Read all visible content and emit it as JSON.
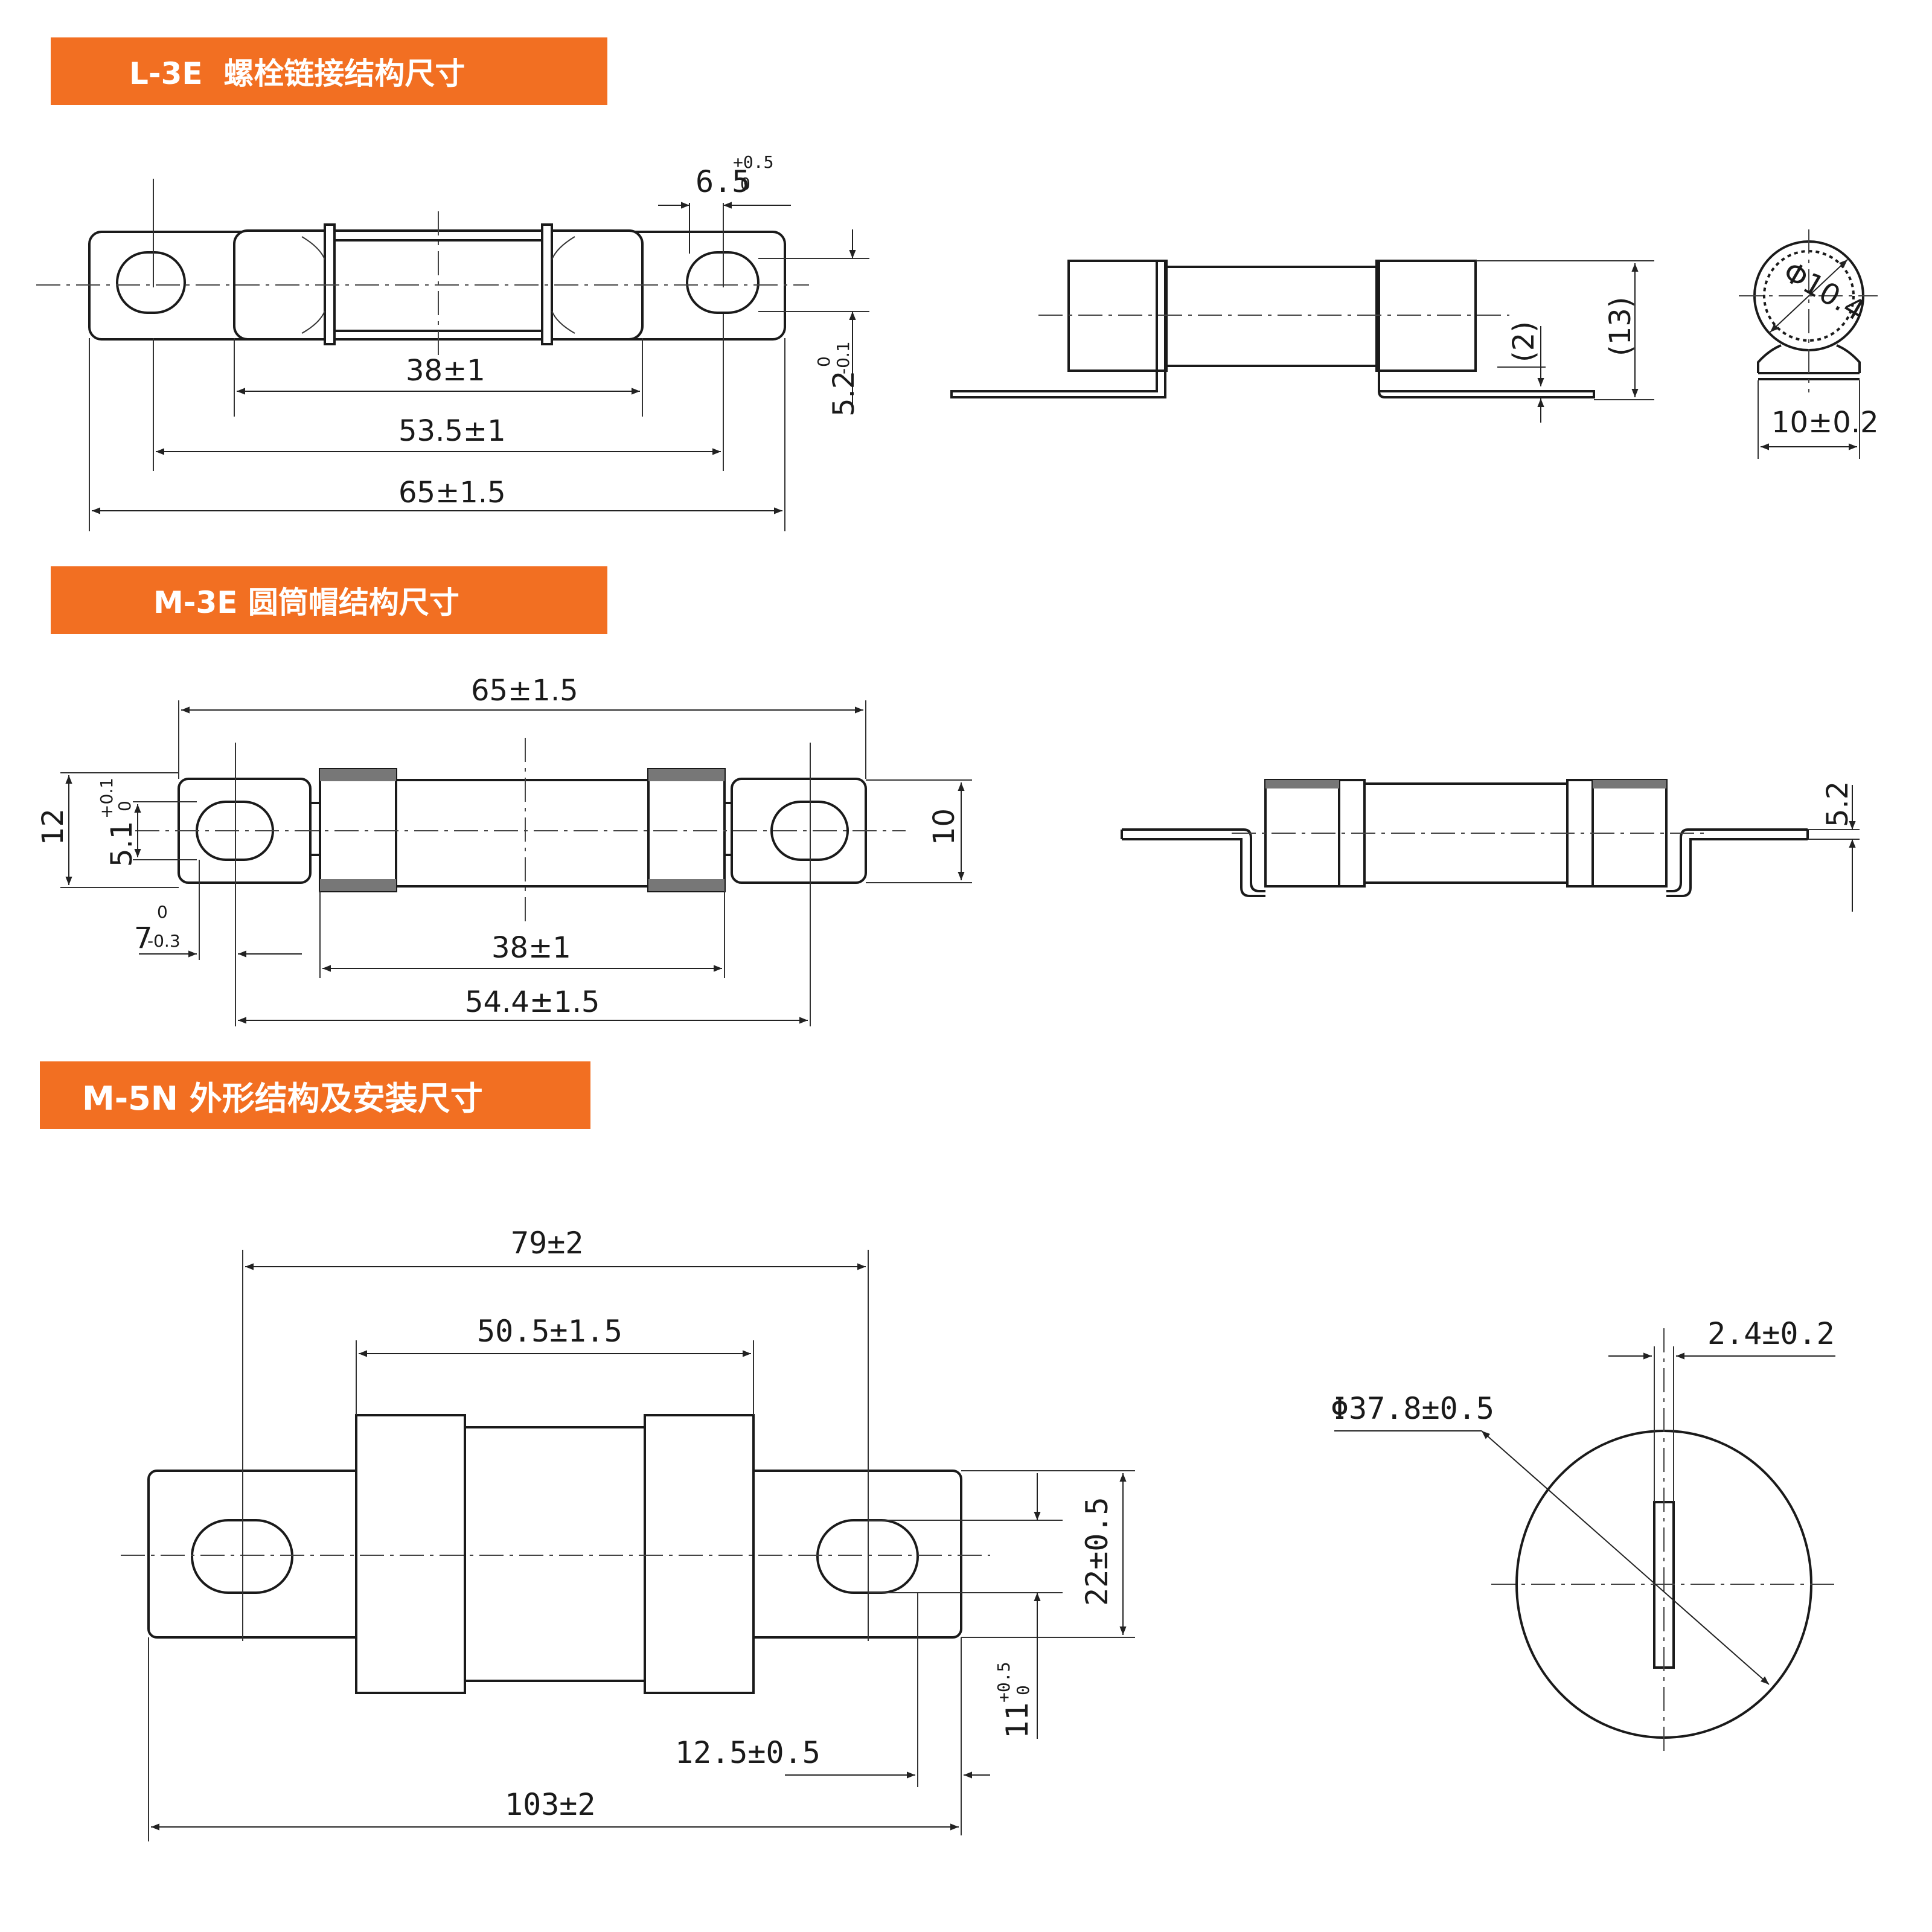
{
  "sections": [
    {
      "title": "L-3E  螺栓链接结构尺寸"
    },
    {
      "title": "M-3E 圆筒帽结构尺寸"
    },
    {
      "title": "M-5N 外形结构及安装尺寸"
    }
  ],
  "l3e": {
    "tol_main": "6.5",
    "tol_up": "+0.5",
    "tol_low": "0",
    "d1": "38±1",
    "d2": "53.5±1",
    "d3": "65±1.5",
    "d4_main": "5.2",
    "d4_up": "0",
    "d4_low": "-0.1",
    "side_h": "(13)",
    "side_t": "(2)",
    "end_dia": "Φ10.4",
    "end_w": "10±0.2"
  },
  "m3e": {
    "d_total": "65±1.5",
    "d_h12": "12",
    "d_slot_main": "5.1",
    "d_slot_up": "+0.1",
    "d_slot_low": "0",
    "d_h10": "10",
    "d_7_main": "7",
    "d_7_up": "0",
    "d_7_low": "-0.3",
    "d_38": "38±1",
    "d_54": "54.4±1.5",
    "d_side": "5.2"
  },
  "m5n": {
    "d_79": "79±2",
    "d_50": "50.5±1.5",
    "d_22": "22±0.5",
    "d_11_main": "11",
    "d_11_up": "+0.5",
    "d_11_low": "0",
    "d_12": "12.5±0.5",
    "d_103": "103±2",
    "d_dia": "Φ37.8±0.5",
    "d_24": "2.4±0.2"
  },
  "colors": {
    "banner": "#f26f22",
    "line": "#1a1a1a"
  }
}
